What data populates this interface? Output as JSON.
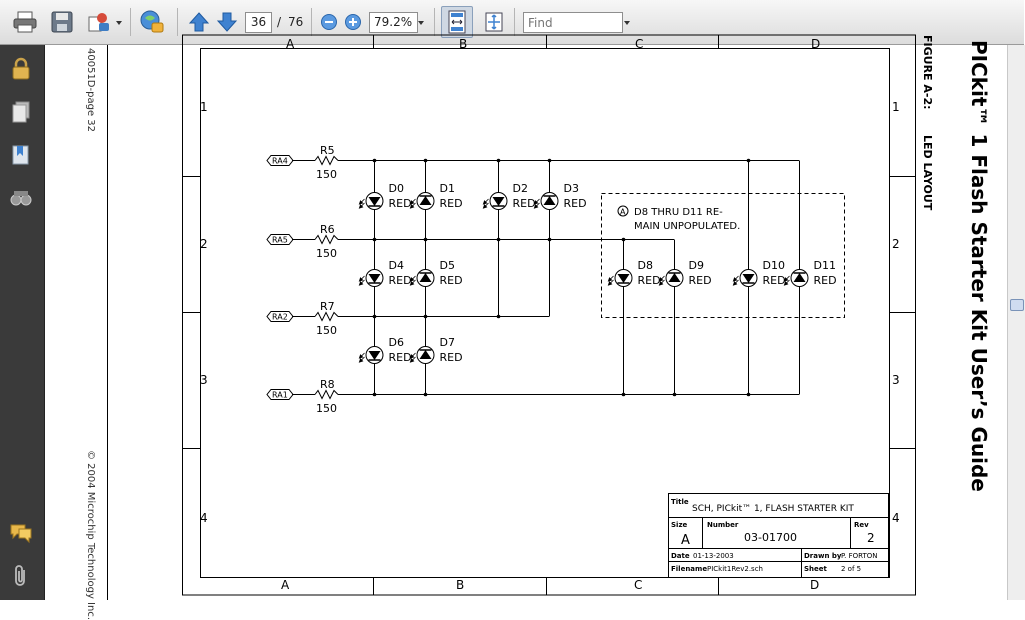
{
  "toolbar": {
    "page_current": "36",
    "page_separator": "/",
    "page_total": "76",
    "zoom": "79.2%",
    "find_placeholder": "Find",
    "icons": [
      "print-icon",
      "save-icon",
      "share-icon",
      "organizer-icon",
      "page-up-icon",
      "page-down-icon",
      "zoom-out-icon",
      "zoom-in-icon",
      "fit-width-icon",
      "fit-page-icon"
    ]
  },
  "sidebar": {
    "icons": [
      "lock-icon",
      "pages-icon",
      "bookmarks-icon",
      "attachments-icon",
      "comments-icon",
      "paperclip-icon"
    ]
  },
  "document": {
    "page_number_text": "40051D-page 32",
    "copyright": "© 2004 Microchip Technology Inc.",
    "guide_title": "PICkit™ 1 Flash Starter Kit User’s Guide",
    "figure_label": "FIGURE A-2:",
    "figure_title": "LED LAYOUT",
    "schematic": {
      "col_labels": [
        "A",
        "B",
        "C",
        "D"
      ],
      "row_labels": [
        "1",
        "2",
        "3",
        "4"
      ],
      "inputs": [
        {
          "net": "RA4",
          "resistor": "R5",
          "value": "150"
        },
        {
          "net": "RA5",
          "resistor": "R6",
          "value": "150"
        },
        {
          "net": "RA2",
          "resistor": "R7",
          "value": "150"
        },
        {
          "net": "RA1",
          "resistor": "R8",
          "value": "150"
        }
      ],
      "leds": [
        {
          "ref": "D0",
          "color": "RED"
        },
        {
          "ref": "D1",
          "color": "RED"
        },
        {
          "ref": "D2",
          "color": "RED"
        },
        {
          "ref": "D3",
          "color": "RED"
        },
        {
          "ref": "D4",
          "color": "RED"
        },
        {
          "ref": "D5",
          "color": "RED"
        },
        {
          "ref": "D6",
          "color": "RED"
        },
        {
          "ref": "D7",
          "color": "RED"
        },
        {
          "ref": "D8",
          "color": "RED"
        },
        {
          "ref": "D9",
          "color": "RED"
        },
        {
          "ref": "D10",
          "color": "RED"
        },
        {
          "ref": "D11",
          "color": "RED"
        }
      ],
      "note_marker": "A",
      "note_line1": "D8 THRU D11 RE-",
      "note_line2": "MAIN UNPOPULATED.",
      "title_block": {
        "title_label": "Title",
        "title": "SCH, PICkit™ 1, FLASH STARTER KIT",
        "size_label": "Size",
        "size": "A",
        "number_label": "Number",
        "number": "03-01700",
        "rev_label": "Rev",
        "rev": "2",
        "date_label": "Date",
        "date": "01-13-2003",
        "drawn_label": "Drawn by",
        "drawn": "P. FORTON",
        "filename_label": "Filename",
        "filename": "PICkit1Rev2.sch",
        "sheet_label": "Sheet",
        "sheet": "2 of 5"
      }
    }
  }
}
